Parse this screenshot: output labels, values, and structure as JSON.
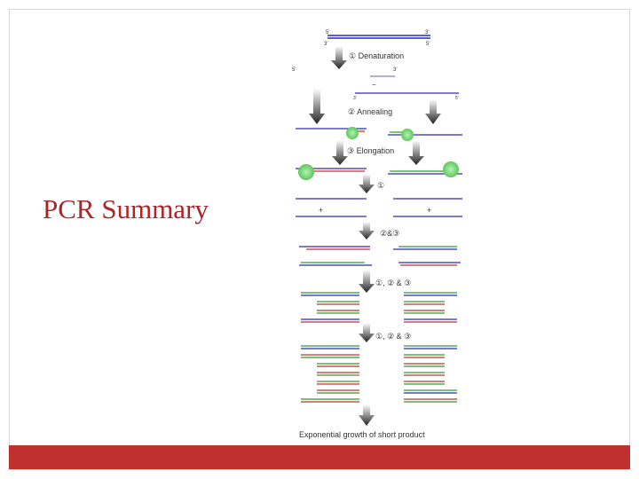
{
  "slide": {
    "title": "PCR Summary",
    "accent_color": "#c0302f",
    "title_color": "#a8262a"
  },
  "diagram": {
    "strand_colors": {
      "template": "#2a2ab8",
      "primer_forward": "#2e9e2e",
      "primer_reverse": "#c23030"
    },
    "steps": {
      "s1": "① Denaturation",
      "s2": "② Annealing",
      "s3": "③ Elongation",
      "s4": "①",
      "s5": "②&③",
      "s6": "①, ② & ③",
      "s7": "①, ② & ③"
    },
    "labels": {
      "five_prime": "5'",
      "three_prime": "3'",
      "plus": "+",
      "minus": "−"
    },
    "caption": "Exponential growth of short product"
  }
}
